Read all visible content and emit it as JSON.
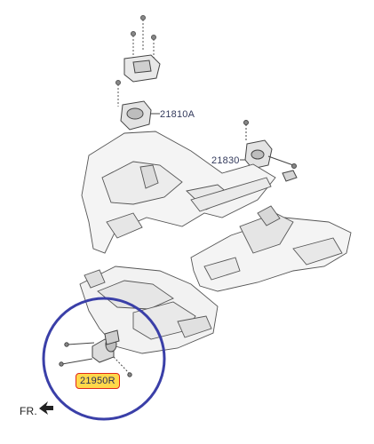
{
  "parts": {
    "engine_mount_top": "21810A",
    "transmission_mount": "21830",
    "rear_roll_mount": "21950R"
  },
  "direction_label": "FR.",
  "colors": {
    "highlight_circle": "#3a3fa8",
    "label_highlight_fill": "#ffd84a",
    "label_highlight_border": "#e0281b",
    "line": "#555555"
  }
}
